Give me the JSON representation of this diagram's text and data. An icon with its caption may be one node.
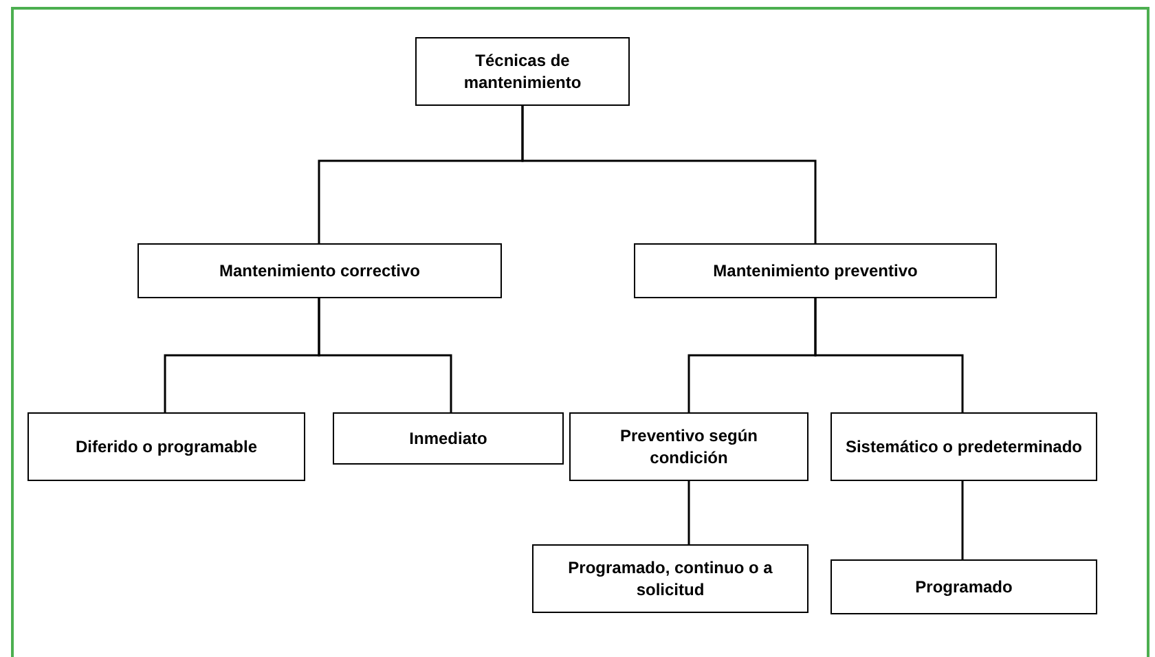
{
  "diagram": {
    "nodes": [
      {
        "text": [
          "Técnicas de mantenimiento"
        ]
      },
      {
        "text": [
          "Mantenimiento correctivo"
        ]
      },
      {
        "text": [
          "Mantenimiento preventivo"
        ]
      },
      {
        "text": [
          "Diferido o programable"
        ]
      },
      {
        "text": [
          "Inmediato"
        ]
      },
      {
        "text": [
          "Preventivo según condición"
        ]
      },
      {
        "text": [
          "Sistemático o predeterminado"
        ]
      },
      {
        "text": [
          "Programado, continuo o a solicitud"
        ]
      },
      {
        "text": [
          "Programado"
        ]
      }
    ],
    "edges": [
      {
        "from": 0,
        "to": 1,
        "arrow": "none"
      },
      {
        "from": 0,
        "to": 2,
        "arrow": "none"
      },
      {
        "from": 1,
        "to": 3,
        "arrow": "none"
      },
      {
        "from": 1,
        "to": 4,
        "arrow": "none"
      },
      {
        "from": 2,
        "to": 5,
        "arrow": "none"
      },
      {
        "from": 2,
        "to": 6,
        "arrow": "none"
      },
      {
        "from": 5,
        "to": 7,
        "arrow": "none"
      },
      {
        "from": 6,
        "to": 8,
        "arrow": "none"
      }
    ]
  }
}
